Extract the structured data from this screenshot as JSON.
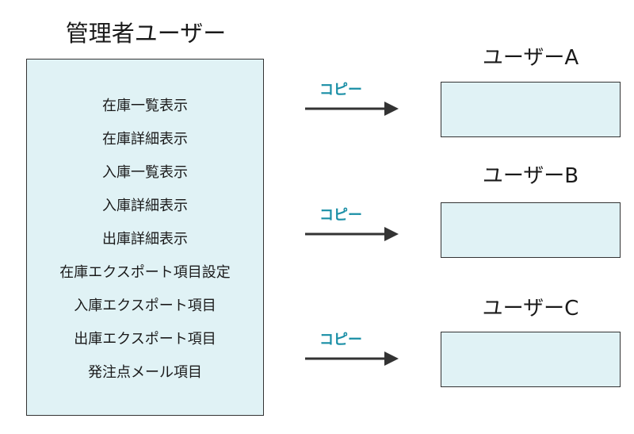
{
  "admin": {
    "title": "管理者ユーザー",
    "items": [
      "在庫一覧表示",
      "在庫詳細表示",
      "入庫一覧表示",
      "入庫詳細表示",
      "出庫詳細表示",
      "在庫エクスポート項目設定",
      "入庫エクスポート項目",
      "出庫エクスポート項目",
      "発注点メール項目"
    ]
  },
  "copy_label": "コピー",
  "users": [
    {
      "name": "ユーザーA"
    },
    {
      "name": "ユーザーB"
    },
    {
      "name": "ユーザーC"
    }
  ],
  "colors": {
    "box_fill": "#e0f2f5",
    "copy_text": "#1a8fa6",
    "arrow": "#333333"
  }
}
